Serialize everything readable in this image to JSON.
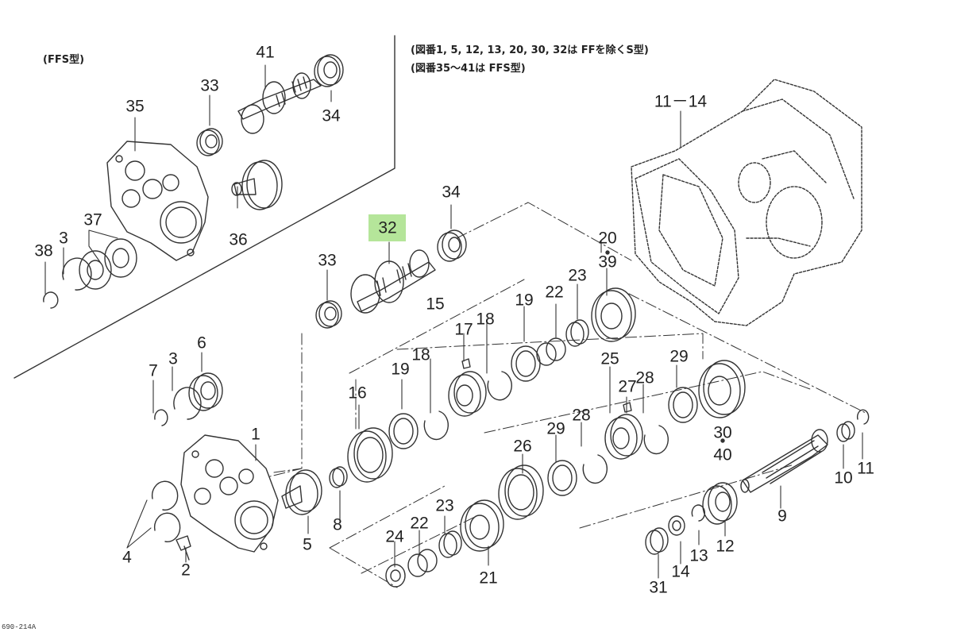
{
  "notes": {
    "ffs_label": "(FFS型)",
    "note_line1": "(図番1, 5, 12, 13, 20, 30, 32は FFを除くS型)",
    "note_line2": "(図番35～41は FFS型)",
    "doc_code": "690-214A"
  },
  "highlight": {
    "part": "32",
    "color": "#b5e59a"
  },
  "callouts": [
    {
      "id": "c41",
      "text": "41"
    },
    {
      "id": "c33a",
      "text": "33"
    },
    {
      "id": "c34a",
      "text": "34"
    },
    {
      "id": "c35",
      "text": "35"
    },
    {
      "id": "c37",
      "text": "37"
    },
    {
      "id": "c38",
      "text": "38"
    },
    {
      "id": "c3a",
      "text": "3"
    },
    {
      "id": "c36",
      "text": "36"
    },
    {
      "id": "c1114",
      "text": "11－14"
    },
    {
      "id": "c34b",
      "text": "34"
    },
    {
      "id": "c32",
      "text": "32"
    },
    {
      "id": "c33b",
      "text": "33"
    },
    {
      "id": "c20",
      "text": "20"
    },
    {
      "id": "c39",
      "text": "39"
    },
    {
      "id": "c23a",
      "text": "23"
    },
    {
      "id": "c22a",
      "text": "22"
    },
    {
      "id": "c19a",
      "text": "19"
    },
    {
      "id": "c15",
      "text": "15"
    },
    {
      "id": "c18a",
      "text": "18"
    },
    {
      "id": "c17",
      "text": "17"
    },
    {
      "id": "c18b",
      "text": "18"
    },
    {
      "id": "c19b",
      "text": "19"
    },
    {
      "id": "c16",
      "text": "16"
    },
    {
      "id": "c6",
      "text": "6"
    },
    {
      "id": "c7",
      "text": "7"
    },
    {
      "id": "c3b",
      "text": "3"
    },
    {
      "id": "c1",
      "text": "1"
    },
    {
      "id": "c25",
      "text": "25"
    },
    {
      "id": "c27",
      "text": "27"
    },
    {
      "id": "c28a",
      "text": "28"
    },
    {
      "id": "c29a",
      "text": "29"
    },
    {
      "id": "c26",
      "text": "26"
    },
    {
      "id": "c29b",
      "text": "29"
    },
    {
      "id": "c28b",
      "text": "28"
    },
    {
      "id": "c30",
      "text": "30"
    },
    {
      "id": "c40",
      "text": "40"
    },
    {
      "id": "c10",
      "text": "10"
    },
    {
      "id": "c11",
      "text": "11"
    },
    {
      "id": "c9",
      "text": "9"
    },
    {
      "id": "c8",
      "text": "8"
    },
    {
      "id": "c5",
      "text": "5"
    },
    {
      "id": "c4",
      "text": "4"
    },
    {
      "id": "c2",
      "text": "2"
    },
    {
      "id": "c24",
      "text": "24"
    },
    {
      "id": "c22b",
      "text": "22"
    },
    {
      "id": "c23b",
      "text": "23"
    },
    {
      "id": "c21",
      "text": "21"
    },
    {
      "id": "c12",
      "text": "12"
    },
    {
      "id": "c13",
      "text": "13"
    },
    {
      "id": "c14",
      "text": "14"
    },
    {
      "id": "c31",
      "text": "31"
    }
  ]
}
